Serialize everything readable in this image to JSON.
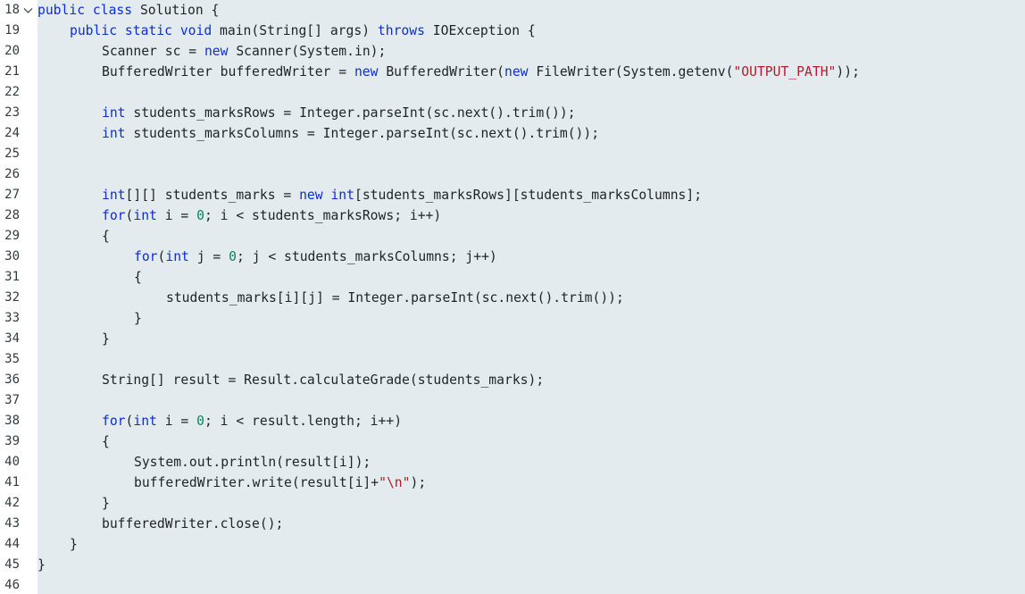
{
  "editor": {
    "fold_icon": "chevron-down-icon",
    "colors": {
      "gutter_background": "#ffffff",
      "code_background": "#e3ebee",
      "keyword": "#0b2ed6",
      "string": "#b31d28",
      "number": "#098658",
      "text": "#1f2328"
    },
    "lines": [
      {
        "num": "18",
        "fold": true,
        "indent": 0,
        "tokens": [
          {
            "t": "kw",
            "v": "public"
          },
          {
            "t": "p",
            "v": " "
          },
          {
            "t": "kw",
            "v": "class"
          },
          {
            "t": "p",
            "v": " Solution {"
          }
        ]
      },
      {
        "num": "19",
        "indent": 1,
        "tokens": [
          {
            "t": "kw",
            "v": "public"
          },
          {
            "t": "p",
            "v": " "
          },
          {
            "t": "kw",
            "v": "static"
          },
          {
            "t": "p",
            "v": " "
          },
          {
            "t": "kw",
            "v": "void"
          },
          {
            "t": "p",
            "v": " main(String[] args) "
          },
          {
            "t": "kw",
            "v": "throws"
          },
          {
            "t": "p",
            "v": " IOException {"
          }
        ]
      },
      {
        "num": "20",
        "indent": 2,
        "tokens": [
          {
            "t": "p",
            "v": "Scanner sc = "
          },
          {
            "t": "kw",
            "v": "new"
          },
          {
            "t": "p",
            "v": " Scanner(System.in);"
          }
        ]
      },
      {
        "num": "21",
        "indent": 2,
        "tokens": [
          {
            "t": "p",
            "v": "BufferedWriter bufferedWriter = "
          },
          {
            "t": "kw",
            "v": "new"
          },
          {
            "t": "p",
            "v": " BufferedWriter("
          },
          {
            "t": "kw",
            "v": "new"
          },
          {
            "t": "p",
            "v": " FileWriter(System.getenv("
          },
          {
            "t": "str",
            "v": "\"OUTPUT_PATH\""
          },
          {
            "t": "p",
            "v": "));"
          }
        ]
      },
      {
        "num": "22",
        "indent": 0,
        "tokens": []
      },
      {
        "num": "23",
        "indent": 2,
        "tokens": [
          {
            "t": "kw",
            "v": "int"
          },
          {
            "t": "p",
            "v": " students_marksRows = Integer.parseInt(sc.next().trim());"
          }
        ]
      },
      {
        "num": "24",
        "indent": 2,
        "tokens": [
          {
            "t": "kw",
            "v": "int"
          },
          {
            "t": "p",
            "v": " students_marksColumns = Integer.parseInt(sc.next().trim());"
          }
        ]
      },
      {
        "num": "25",
        "indent": 0,
        "tokens": []
      },
      {
        "num": "26",
        "indent": 0,
        "tokens": []
      },
      {
        "num": "27",
        "indent": 2,
        "tokens": [
          {
            "t": "kw",
            "v": "int"
          },
          {
            "t": "p",
            "v": "[][] students_marks = "
          },
          {
            "t": "kw",
            "v": "new"
          },
          {
            "t": "p",
            "v": " "
          },
          {
            "t": "kw",
            "v": "int"
          },
          {
            "t": "p",
            "v": "[students_marksRows][students_marksColumns];"
          }
        ]
      },
      {
        "num": "28",
        "indent": 2,
        "tokens": [
          {
            "t": "kw",
            "v": "for"
          },
          {
            "t": "p",
            "v": "("
          },
          {
            "t": "kw",
            "v": "int"
          },
          {
            "t": "p",
            "v": " i = "
          },
          {
            "t": "num",
            "v": "0"
          },
          {
            "t": "p",
            "v": "; i < students_marksRows; i++)"
          }
        ]
      },
      {
        "num": "29",
        "indent": 2,
        "tokens": [
          {
            "t": "p",
            "v": "{"
          }
        ]
      },
      {
        "num": "30",
        "indent": 3,
        "tokens": [
          {
            "t": "kw",
            "v": "for"
          },
          {
            "t": "p",
            "v": "("
          },
          {
            "t": "kw",
            "v": "int"
          },
          {
            "t": "p",
            "v": " j = "
          },
          {
            "t": "num",
            "v": "0"
          },
          {
            "t": "p",
            "v": "; j < students_marksColumns; j++)"
          }
        ]
      },
      {
        "num": "31",
        "indent": 3,
        "tokens": [
          {
            "t": "p",
            "v": "{"
          }
        ]
      },
      {
        "num": "32",
        "indent": 4,
        "tokens": [
          {
            "t": "p",
            "v": "students_marks[i][j] = Integer.parseInt(sc.next().trim());"
          }
        ]
      },
      {
        "num": "33",
        "indent": 3,
        "tokens": [
          {
            "t": "p",
            "v": "}"
          }
        ]
      },
      {
        "num": "34",
        "indent": 2,
        "tokens": [
          {
            "t": "p",
            "v": "}"
          }
        ]
      },
      {
        "num": "35",
        "indent": 0,
        "tokens": []
      },
      {
        "num": "36",
        "indent": 2,
        "tokens": [
          {
            "t": "p",
            "v": "String[] result = Result.calculateGrade(students_marks);"
          }
        ]
      },
      {
        "num": "37",
        "indent": 0,
        "tokens": []
      },
      {
        "num": "38",
        "indent": 2,
        "tokens": [
          {
            "t": "kw",
            "v": "for"
          },
          {
            "t": "p",
            "v": "("
          },
          {
            "t": "kw",
            "v": "int"
          },
          {
            "t": "p",
            "v": " i = "
          },
          {
            "t": "num",
            "v": "0"
          },
          {
            "t": "p",
            "v": "; i < result.length; i++)"
          }
        ]
      },
      {
        "num": "39",
        "indent": 2,
        "tokens": [
          {
            "t": "p",
            "v": "{"
          }
        ]
      },
      {
        "num": "40",
        "indent": 3,
        "tokens": [
          {
            "t": "p",
            "v": "System.out.println(result[i]);"
          }
        ]
      },
      {
        "num": "41",
        "indent": 3,
        "tokens": [
          {
            "t": "p",
            "v": "bufferedWriter.write(result[i]+"
          },
          {
            "t": "str",
            "v": "\"\\n\""
          },
          {
            "t": "p",
            "v": ");"
          }
        ]
      },
      {
        "num": "42",
        "indent": 2,
        "tokens": [
          {
            "t": "p",
            "v": "}"
          }
        ]
      },
      {
        "num": "43",
        "indent": 2,
        "tokens": [
          {
            "t": "p",
            "v": "bufferedWriter.close();"
          }
        ]
      },
      {
        "num": "44",
        "indent": 1,
        "tokens": [
          {
            "t": "p",
            "v": "}"
          }
        ]
      },
      {
        "num": "45",
        "indent": 0,
        "tokens": [
          {
            "t": "p",
            "v": "}"
          }
        ]
      },
      {
        "num": "46",
        "indent": 0,
        "tokens": []
      }
    ]
  }
}
